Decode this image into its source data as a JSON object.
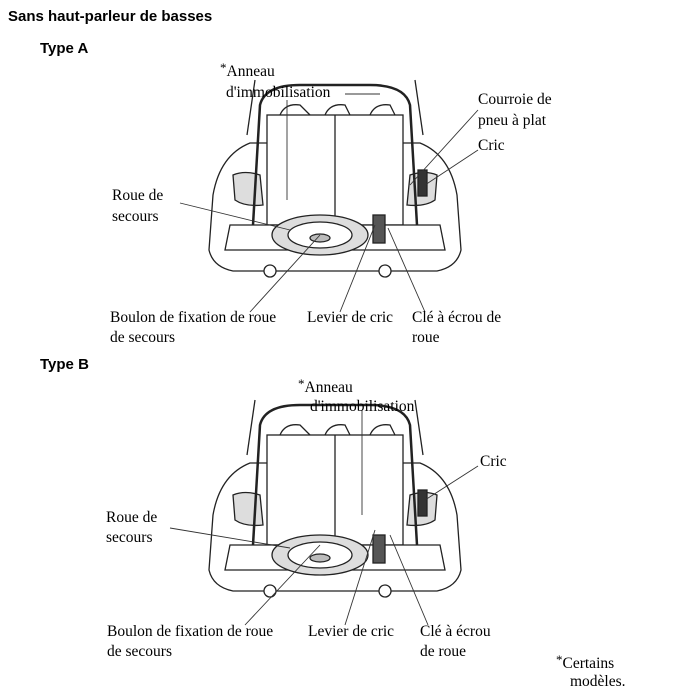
{
  "heading": "Sans haut-parleur de basses",
  "typeA": {
    "title": "Type A",
    "star": "*",
    "anneau_1": "Anneau",
    "anneau_2": "d'immobilisation",
    "courroie_1": "Courroie de",
    "courroie_2": "pneu à plat",
    "cric": "Cric",
    "roue_1": "Roue de",
    "roue_2": "secours",
    "boulon_1": "Boulon de fixation de roue",
    "boulon_2": "de secours",
    "levier": "Levier de cric",
    "cle_1": "Clé à écrou de",
    "cle_2": "roue"
  },
  "typeB": {
    "title": "Type B",
    "star": "*",
    "anneau_1": "Anneau",
    "anneau_2": "d'immobilisation",
    "cric": "Cric",
    "roue_1": "Roue de",
    "roue_2": "secours",
    "boulon_1": "Boulon de fixation de roue",
    "boulon_2": "de secours",
    "levier": "Levier de cric",
    "cle_1": "Clé à écrou",
    "cle_2": "de roue"
  },
  "footnote": {
    "star": "*",
    "line1": "Certains",
    "line2": "modèles."
  }
}
